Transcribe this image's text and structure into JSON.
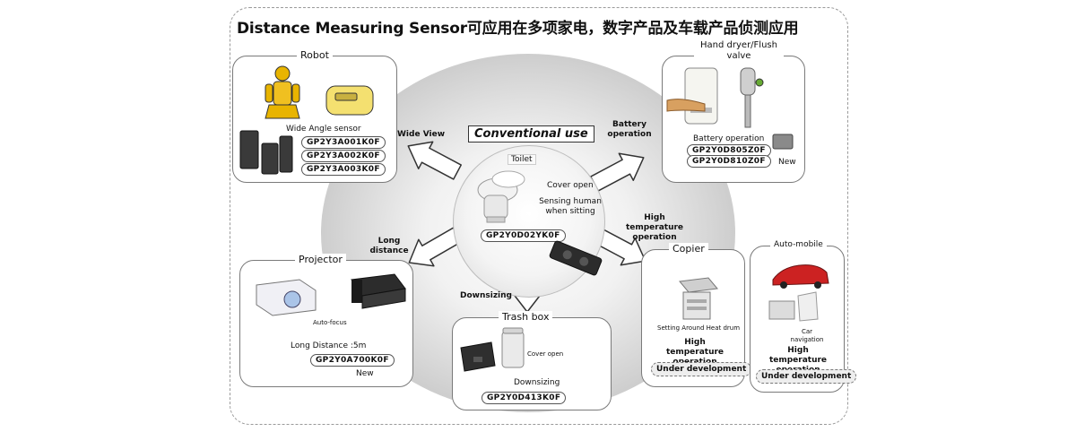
{
  "title": "Distance Measuring Sensor可应用在多项家电，数字产品及车载产品侦测应用",
  "center": {
    "heading": "Conventional use",
    "tag": "Toilet",
    "note1": "Cover open",
    "note2": "Sensing human when sitting",
    "part": "GP2Y0D02YK0F"
  },
  "arrows": {
    "wide_view": "Wide View",
    "battery": "Battery operation",
    "high_temp": "High temperature operation",
    "long_distance": "Long distance",
    "downsizing": "Downsizing"
  },
  "robot": {
    "title": "Robot",
    "caption": "Wide Angle sensor",
    "parts": [
      "GP2Y3A001K0F",
      "GP2Y3A002K0F",
      "GP2Y3A003K0F"
    ]
  },
  "hand_dryer": {
    "title": "Hand dryer/Flush valve",
    "caption": "Battery operation",
    "parts": [
      "GP2Y0D805Z0F",
      "GP2Y0D810Z0F"
    ],
    "new": "New"
  },
  "projector": {
    "title": "Projector",
    "autofocus": "Auto-focus",
    "caption": "Long Distance :5m",
    "part": "GP2Y0A700K0F",
    "new": "New"
  },
  "trash": {
    "title": "Trash box",
    "cover": "Cover open",
    "caption": "Downsizing",
    "part": "GP2Y0D413K0F"
  },
  "copier": {
    "title": "Copier",
    "setting": "Setting Around Heat drum",
    "caption": "High temperature operation",
    "status": "Under development"
  },
  "auto": {
    "title": "Auto-mobile",
    "nav": "Car navigation",
    "caption": "High temperature operation",
    "status": "Under development"
  }
}
